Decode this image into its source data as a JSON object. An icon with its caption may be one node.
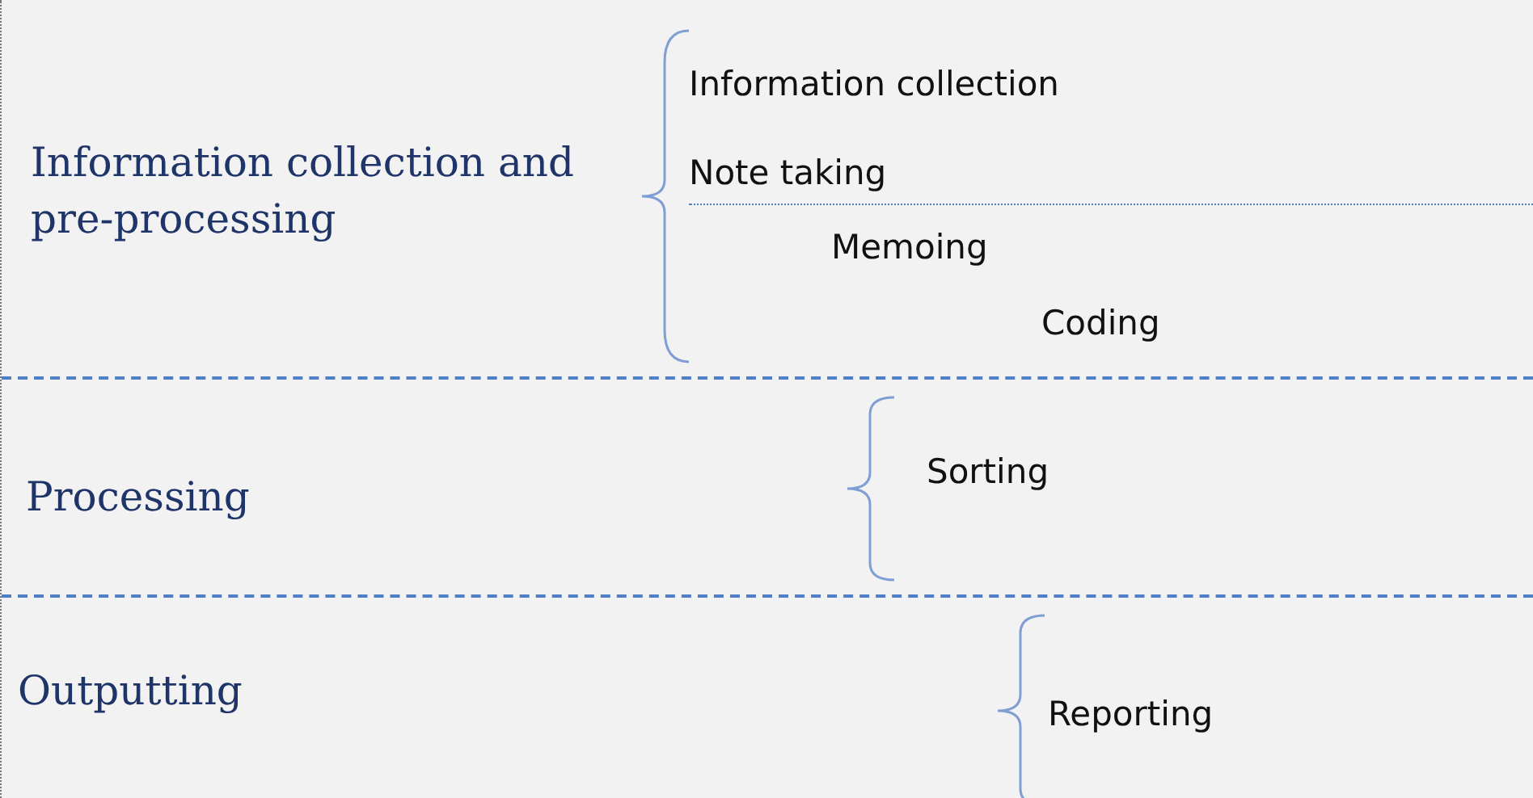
{
  "diagram": {
    "nodes": [
      {
        "text": [
          "Information collection and pre-processing"
        ]
      },
      {
        "text": [
          "Information collection"
        ],
        "in": 0
      },
      {
        "text": [
          "Note taking"
        ],
        "in": 0
      },
      {
        "text": [
          "Memoing"
        ],
        "in": 0
      },
      {
        "text": [
          "Coding"
        ],
        "in": 0
      },
      {
        "text": [
          "Processing"
        ]
      },
      {
        "text": [
          "Sorting"
        ],
        "in": 5
      },
      {
        "text": [
          "Outputting"
        ]
      },
      {
        "text": [
          "Reporting"
        ],
        "in": 7
      }
    ],
    "edges": []
  }
}
